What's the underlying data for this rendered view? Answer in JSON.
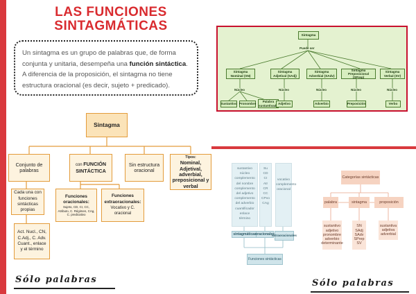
{
  "title": {
    "line1": "LAS FUNCIONES",
    "line2": "SINTAGMÁTICAS"
  },
  "definition": {
    "pre": "Un sintagma es un grupo de palabras que, de forma conjunta y unitaria, desempeña una ",
    "bold": "función sintáctica",
    "post": ". A diferencia de la proposición, el sintagma no tiene estructura oracional (es decir, sujeto + predicado)."
  },
  "orange": {
    "root": "Sintagma",
    "c1": "Conjunto de palabras",
    "c2_pre": "con ",
    "c2_bold": "FUNCIÓN SINTÁCTICA",
    "c3": "Sin estructura oracional",
    "c4_head": "Tipos:",
    "c4_body": "Nominal, Adjetival, adverbial, preposicional y verbal",
    "c1a": "Cada una con funciones sintácticas propias",
    "c1b": "Act. Nucl., CN, C.Adj., C. Adv. Cuant., enlace y el término",
    "c2a_head": "Funciones oracionales:",
    "c2a_body": "Sujeto, CD, CI, CC, Atributo, C. Régimen, CAg, C. predicativo",
    "c2b_head": "Funciones extraoracionales:",
    "c2b_body": "Vocativo y C. oracional"
  },
  "green": {
    "root": "Sintagma",
    "puede_ser": "Puede ser",
    "types": [
      "Sintagma Nominal (SN)",
      "Sintagma Adjetival (SAdj)",
      "Sintagma Adverbial (SAdv)",
      "Sintagma Preposicional (SPrep)",
      "Sintagma Verbal (SV)"
    ],
    "nucleo": "Núcleo",
    "leaves": [
      "Sustantivo",
      "Pronombre",
      "Palabra sustantivada",
      "Adjetivo",
      "Adverbio",
      "Preposición",
      "Verbo"
    ]
  },
  "blue": {
    "col1": [
      "sustantivo",
      "núcleo",
      "complemento",
      "del nombre",
      "complemento",
      "del adjetivo",
      "complemento",
      "del adverbio",
      "cuantificador",
      "enlace",
      "término"
    ],
    "col2": [
      "Su",
      "CD",
      "CI",
      "Atr",
      "CR",
      "CC",
      "CPvo",
      "CAg"
    ],
    "col3": [
      "vocativo",
      "complemento",
      "oracional"
    ],
    "b1": "sintagmáticas",
    "b2": "oracionales",
    "b3": "extraoracionales",
    "bottom": "Funciones sintácticas"
  },
  "salmon": {
    "root": "Categorías sintácticas",
    "row": [
      "palabra",
      "sintagma",
      "proposición"
    ],
    "d1": [
      "sustantivo",
      "adjetivo",
      "pronombre",
      "adverbio",
      "determinante"
    ],
    "d2": [
      "SN",
      "SAdj",
      "SAdv",
      "SPrep",
      "SV"
    ],
    "d3": [
      "sustantiva",
      "adjetiva",
      "adverbial"
    ]
  },
  "brand": {
    "left": "Sólo palabras",
    "right": "Sólo palabras"
  },
  "colors": {
    "accent": "#d9393e",
    "orange_border": "#e39b3a",
    "green_border": "#4a7a2e"
  }
}
